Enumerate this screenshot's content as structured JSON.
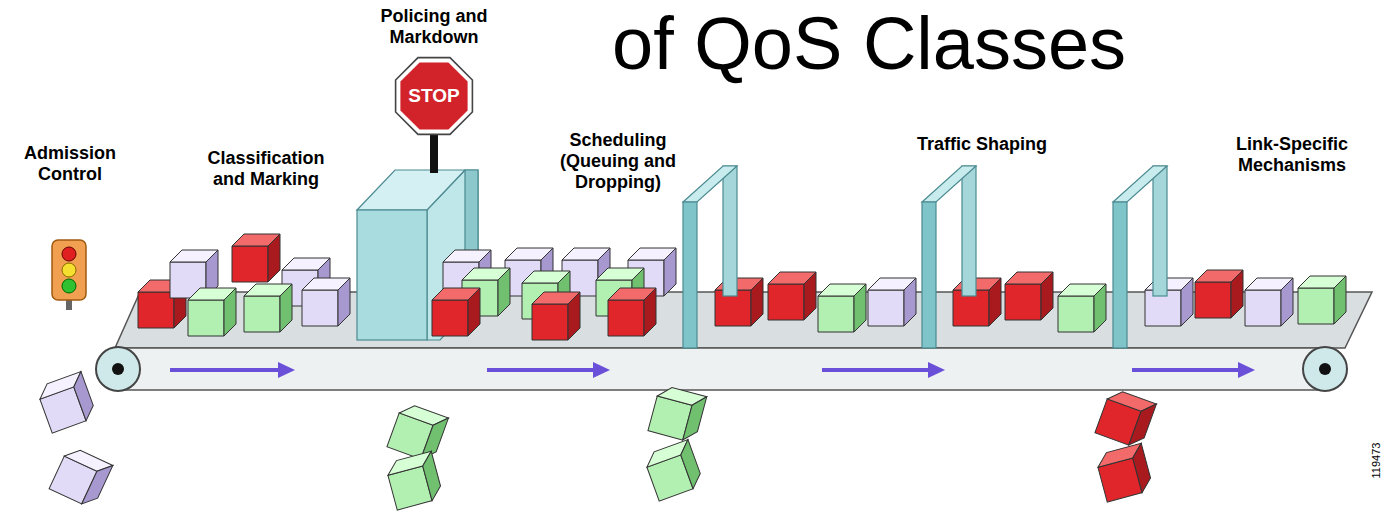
{
  "diagram": {
    "title": "of QoS Classes",
    "nodes": [
      {
        "text": [
          "STOP"
        ]
      }
    ],
    "labels": [
      "Policing and Markdown",
      "Admission Control",
      "Classification and Marking",
      "Scheduling (Queuing and Dropping)",
      "Traffic Shaping",
      "Link-Specific Mechanisms",
      "119473"
    ]
  }
}
